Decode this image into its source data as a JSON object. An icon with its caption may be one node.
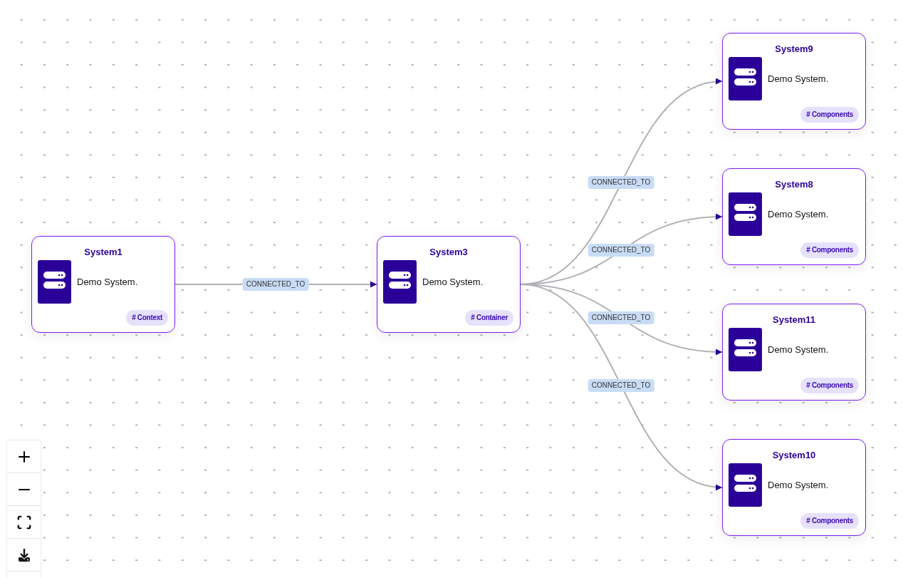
{
  "diagram": {
    "nodes": [
      {
        "text": [
          "System1",
          "Demo System.",
          "# Context"
        ]
      },
      {
        "text": [
          "System3",
          "Demo System.",
          "# Container"
        ]
      },
      {
        "text": [
          "System9",
          "Demo System.",
          "# Components"
        ]
      },
      {
        "text": [
          "System8",
          "Demo System.",
          "# Components"
        ]
      },
      {
        "text": [
          "System11",
          "Demo System.",
          "# Components"
        ]
      },
      {
        "text": [
          "System10",
          "Demo System.",
          "# Components"
        ]
      }
    ],
    "edges": [
      {
        "from": 0,
        "to": 1,
        "arrow": "to",
        "label": "CONNECTED_TO"
      },
      {
        "from": 1,
        "to": 2,
        "arrow": "to",
        "label": "CONNECTED_TO"
      },
      {
        "from": 1,
        "to": 3,
        "arrow": "to",
        "label": "CONNECTED_TO"
      },
      {
        "from": 1,
        "to": 4,
        "arrow": "to",
        "label": "CONNECTED_TO"
      },
      {
        "from": 1,
        "to": 5,
        "arrow": "to",
        "label": "CONNECTED_TO"
      }
    ]
  }
}
